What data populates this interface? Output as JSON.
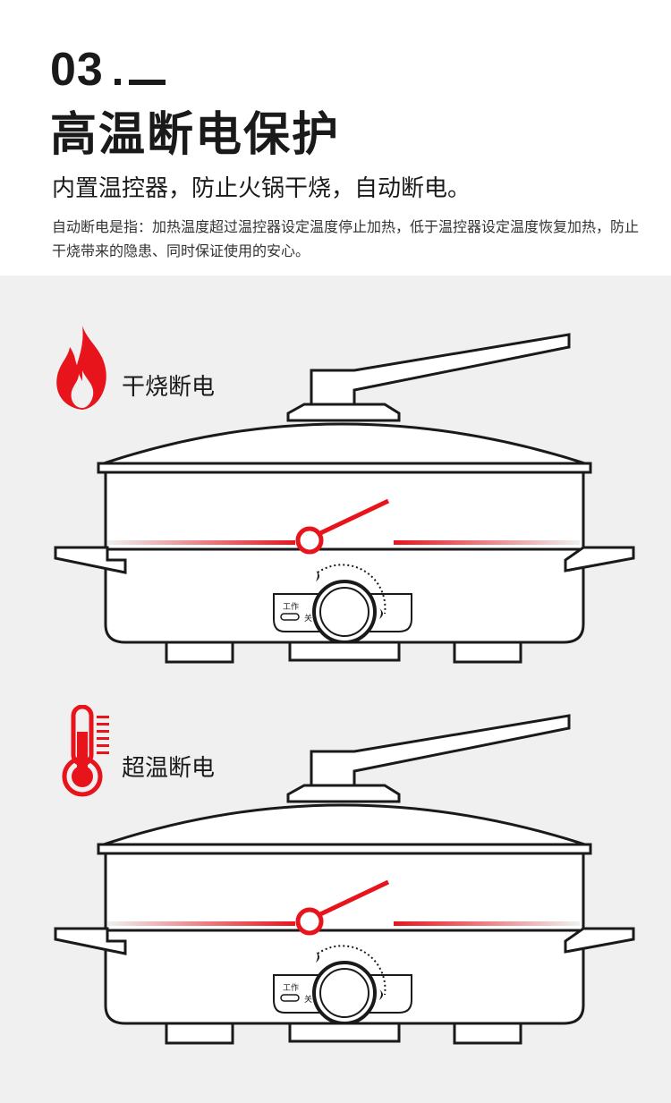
{
  "header": {
    "number": "03",
    "title": "高温断电保护",
    "subtitle": "内置温控器，防止火锅干烧，自动断电。",
    "description": "自动断电是指：加热温度超过温控器设定温度停止加热，低于温控器设定温度恢复加热，防止干烧带来的隐患、同时保证使用的安心。"
  },
  "sections": [
    {
      "label": "干烧断电",
      "icon": "flame-icon"
    },
    {
      "label": "超温断电",
      "icon": "thermometer-icon"
    }
  ],
  "pot": {
    "indicator_label": "工作",
    "off_label": "关"
  },
  "colors": {
    "accent_red": "#e8141c",
    "panel_bg": "#f0f0f0",
    "text": "#1a1a1a"
  }
}
